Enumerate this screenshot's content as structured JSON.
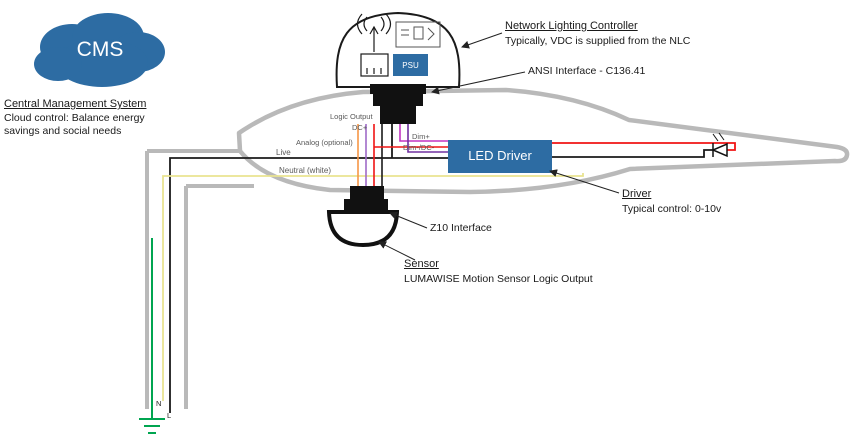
{
  "cms": {
    "cloud_label": "CMS",
    "title": "Central Management System",
    "desc_line1": "Cloud control: Balance energy",
    "desc_line2": "savings and social needs"
  },
  "nlc": {
    "title": "Network Lighting Controller",
    "subtitle": "Typically, VDC is supplied from the NLC",
    "ansi_label": "ANSI Interface - C136.41",
    "psu_label": "PSU"
  },
  "led_driver": {
    "box_label": "LED Driver",
    "title": "Driver",
    "subtitle": "Typical control: 0-10v"
  },
  "sensor": {
    "z10_label": "Z10 Interface",
    "title": "Sensor",
    "subtitle": "LUMAWISE Motion Sensor Logic Output"
  },
  "wires": {
    "logic_output": "Logic Output",
    "dc_plus": "DC+",
    "analog": "Analog (optional)",
    "live": "Live",
    "neutral": "Neutral (white)",
    "dim_plus": "Dim+",
    "dim_minus": "Dim-/DC-",
    "neutral_terminal": "N",
    "live_terminal": "L"
  },
  "colors": {
    "brand_blue": "#2d6ca3",
    "outline_gray": "#b9b9b9",
    "wire_live": "#1a1a1a",
    "wire_neutral": "#e9e491",
    "wire_ground": "#00a550",
    "wire_dc": "#f01414",
    "wire_logic": "#9e6bc8",
    "wire_analog": "#f79646",
    "wire_dim_plus": "#c233c2",
    "wire_dim_minus": "#7030a0"
  }
}
